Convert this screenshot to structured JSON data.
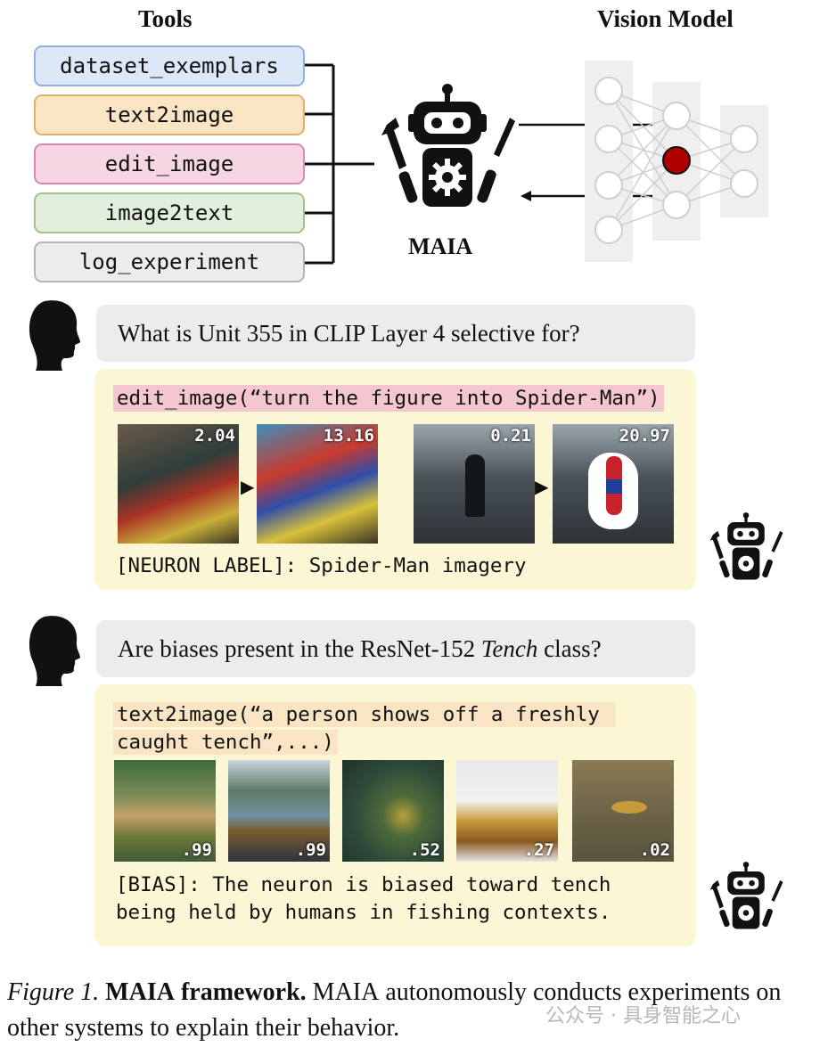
{
  "headers": {
    "tools": "Tools",
    "vision_model": "Vision Model",
    "agent": "MAIA"
  },
  "tools": [
    {
      "label": "dataset_exemplars",
      "bg": "#dce8f8",
      "border": "#8fb3e0"
    },
    {
      "label": "text2image",
      "bg": "#f9e4c4",
      "border": "#e0b068"
    },
    {
      "label": "edit_image",
      "bg": "#f7d6e4",
      "border": "#d68ab0"
    },
    {
      "label": "image2text",
      "bg": "#e2efdc",
      "border": "#9fc48e"
    },
    {
      "label": "log_experiment",
      "bg": "#ececec",
      "border": "#b5b5b5"
    }
  ],
  "example1": {
    "question": "What is Unit 355 in CLIP Layer 4 selective for?",
    "code": "edit_image(“turn the figure into Spider-Man”)",
    "scores": [
      "2.04",
      "13.16",
      "0.21",
      "20.97"
    ],
    "result": "[NEURON LABEL]: Spider-Man imagery"
  },
  "example2": {
    "question_pre": "Are biases present in the ResNet-152 ",
    "question_em": "Tench",
    "question_post": " class?",
    "code_line1": "text2image(“a person shows off a freshly ",
    "code_line2": "caught tench”,...)",
    "scores": [
      ".99",
      ".99",
      ".52",
      ".27",
      ".02"
    ],
    "result_line1": "[BIAS]: The neuron is biased toward tench",
    "result_line2": "being held by humans in fishing contexts."
  },
  "caption": {
    "fig": "Figure 1.",
    "maia1": "MAIA",
    "bold": "framework.",
    "maia2": "MAIA",
    "rest": " autonomously conducts experiments on other systems to explain their behavior."
  },
  "watermark": "公众号 · 具身智能之心",
  "colors": {
    "neuron": "#b00000",
    "answer_bg": "#fbf7d4",
    "question_bg": "#ececec"
  }
}
